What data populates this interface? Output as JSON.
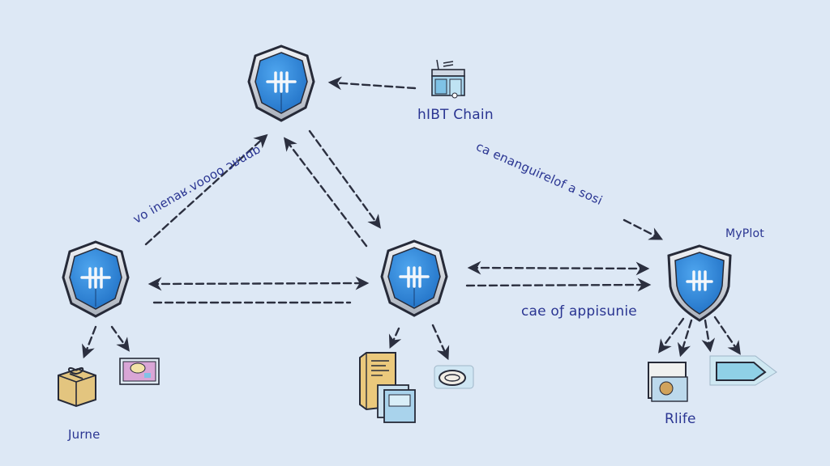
{
  "diagram": {
    "colors": {
      "background": "#dde8f5",
      "shield_fill": "#2f86d6",
      "shield_rim": "#c9ced6",
      "outline": "#262a38",
      "text": "#2a3592",
      "arrow": "#2b2f3f"
    },
    "nodes": [
      {
        "id": "top",
        "icon": "shield-hash-icon"
      },
      {
        "id": "left",
        "icon": "shield-hash-icon"
      },
      {
        "id": "center",
        "icon": "shield-hash-icon"
      },
      {
        "id": "right",
        "icon": "shield-hash-icon",
        "label": "MyPlot"
      }
    ],
    "external": {
      "chain": {
        "icon": "storefront-icon",
        "label": "hIBT Chain"
      }
    },
    "edge_labels": {
      "left_diagonal": "vo inenaʁ.voooo ɔʁuɑɒ",
      "right_diagonal": "ca enanguirelof a sosi",
      "center_right": "cae oƒ appisunie"
    },
    "leaves": {
      "left_group": {
        "label": "Jurne",
        "icons": [
          "gift-box-icon",
          "photo-card-icon"
        ]
      },
      "center_group": {
        "icons": [
          "document-stack-icon",
          "drive-disk-icon"
        ]
      },
      "right_group": {
        "label": "Rlife",
        "icons": [
          "picture-frame-icon",
          "tag-label-icon"
        ]
      }
    }
  }
}
